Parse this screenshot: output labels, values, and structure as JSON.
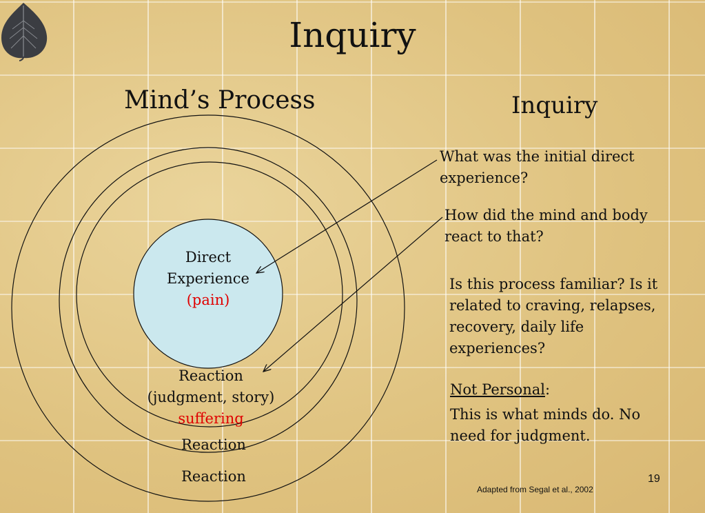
{
  "slide": {
    "title": "Inquiry",
    "left_heading": "Mind’s Process",
    "right_heading": "Inquiry",
    "page_number": "19",
    "credit": "Adapted from Segal et al., 2002"
  },
  "diagram": {
    "center_line1": "Direct",
    "center_line2": "Experience",
    "center_note": "(pain)",
    "ring1_line1": "Reaction",
    "ring1_line2": "(judgment, story)",
    "ring1_note": "suffering",
    "ring2_label": "Reaction",
    "ring3_label": "Reaction",
    "colors": {
      "center_fill": "#cbe8ee",
      "note_red": "#e00000",
      "ink": "#111111"
    }
  },
  "questions": [
    "What was the initial direct experience?",
    "How did the mind and body react to that?",
    "Is this process familiar?  Is it related to craving, relapses, recovery, daily life experiences?"
  ],
  "not_personal": {
    "heading": "Not Personal",
    "colon": ":",
    "body": "This is what minds do. No need for judgment."
  },
  "decor": {
    "leaf_icon": "bodhi-leaf-icon"
  }
}
